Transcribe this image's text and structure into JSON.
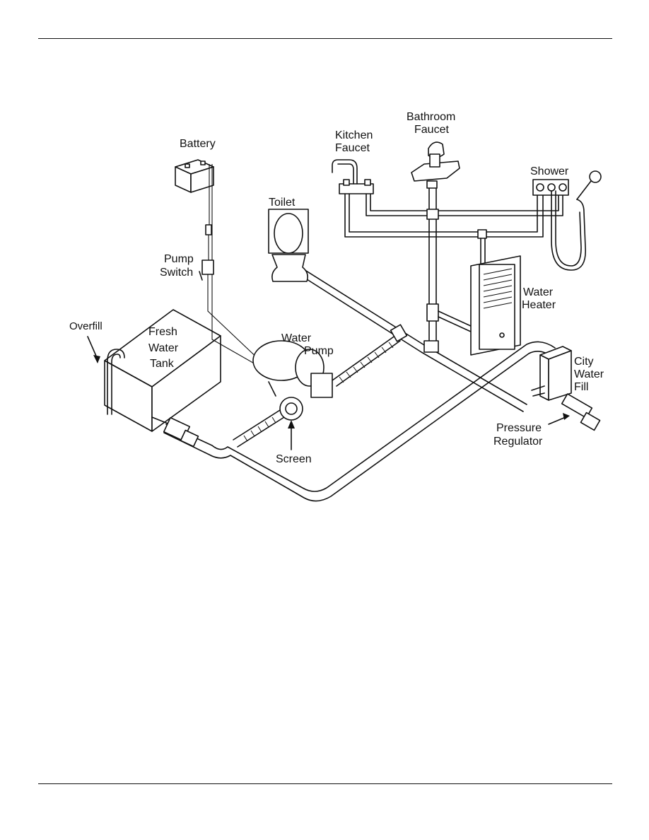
{
  "labels": {
    "battery": "Battery",
    "pump_switch_1": "Pump",
    "pump_switch_2": "Switch",
    "overfill": "Overfill",
    "fresh_1": "Fresh",
    "fresh_2": "Water",
    "fresh_3": "Tank",
    "toilet": "Toilet",
    "kitchen_1": "Kitchen",
    "kitchen_2": "Faucet",
    "bathroom_1": "Bathroom",
    "bathroom_2": "Faucet",
    "shower": "Shower",
    "water_heater_1": "Water",
    "water_heater_2": "Heater",
    "water_pump_1": "Water",
    "water_pump_2": "Pump",
    "city_1": "City",
    "city_2": "Water",
    "city_3": "Fill",
    "pressure_1": "Pressure",
    "pressure_2": "Regulator",
    "screen": "Screen"
  }
}
